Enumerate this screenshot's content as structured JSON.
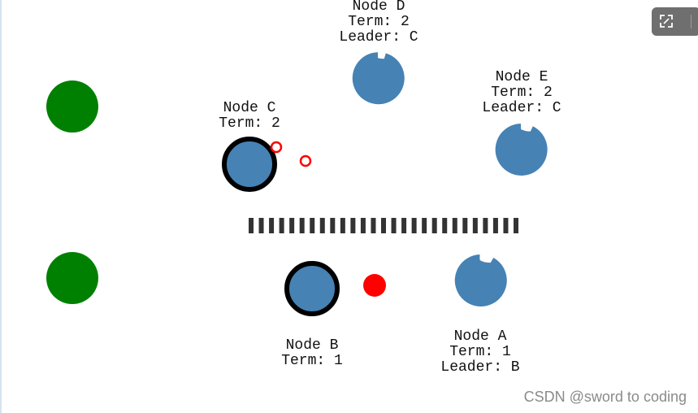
{
  "colors": {
    "node_fill": "#4682b4",
    "leader_ring": "#000000",
    "client": "#008000",
    "message": "#ff0000",
    "partition": "#333333",
    "watermark": "#8a8a8a",
    "button_bg": "#6f6f6f"
  },
  "toolbar": {
    "expand_icon": "expand-icon"
  },
  "clients": [
    {
      "name": "client-top"
    },
    {
      "name": "client-bottom"
    }
  ],
  "nodes": [
    {
      "id": "D",
      "title": "Node D",
      "term": "Term: 2",
      "leader": "Leader: C",
      "state": "follower"
    },
    {
      "id": "E",
      "title": "Node E",
      "term": "Term: 2",
      "leader": "Leader: C",
      "state": "follower"
    },
    {
      "id": "C",
      "title": "Node C",
      "term": "Term: 2",
      "leader": "",
      "state": "leader"
    },
    {
      "id": "B",
      "title": "Node B",
      "term": "Term: 1",
      "leader": "",
      "state": "leader"
    },
    {
      "id": "A",
      "title": "Node A",
      "term": "Term: 1",
      "leader": "Leader: B",
      "state": "follower"
    }
  ],
  "messages": [
    {
      "type": "pending",
      "style": "hollow"
    },
    {
      "type": "pending",
      "style": "hollow"
    },
    {
      "type": "active",
      "style": "filled"
    }
  ],
  "partition": {
    "segments": 27
  },
  "watermark": "CSDN @sword to coding"
}
